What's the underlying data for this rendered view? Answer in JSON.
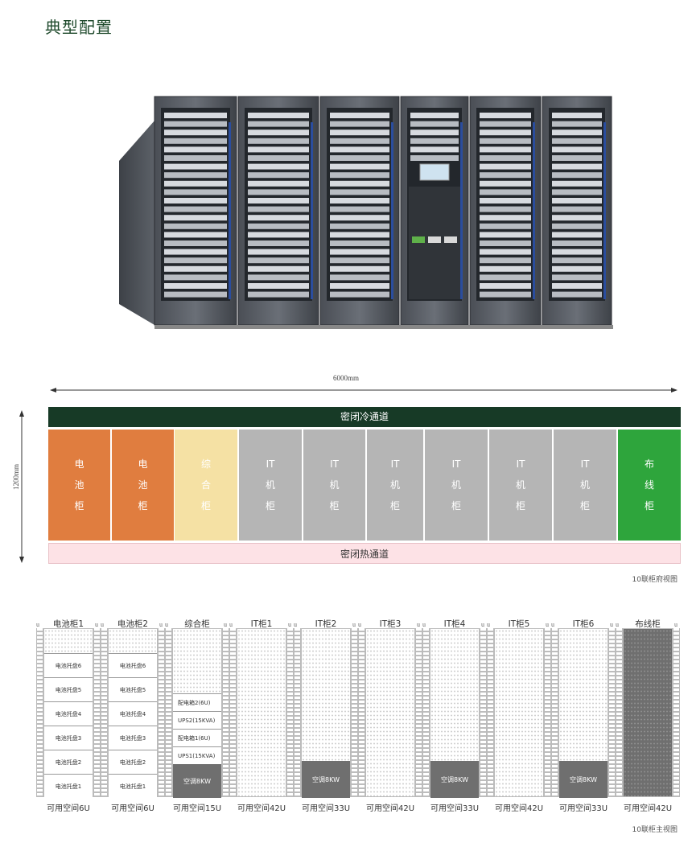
{
  "title": "典型配置",
  "colors": {
    "battery": "#e07d3f",
    "integrated": "#f5e1a4",
    "it": "#b5b5b5",
    "wiring": "#2ea53c",
    "cold": "#173a26",
    "hot": "#fde2e6"
  },
  "topview": {
    "width_label": "6000mm",
    "depth_label": "1200mm",
    "cold_aisle": "密闭冷通道",
    "hot_aisle": "密闭热通道",
    "caption": "10联柜府视图",
    "cabinets": [
      {
        "l1": "电",
        "l2": "池",
        "l3": "柜",
        "type": "battery"
      },
      {
        "l1": "电",
        "l2": "池",
        "l3": "柜",
        "type": "battery"
      },
      {
        "l1": "综",
        "l2": "合",
        "l3": "柜",
        "type": "integrated"
      },
      {
        "l1": "IT",
        "l2": "机",
        "l3": "柜",
        "type": "it"
      },
      {
        "l1": "IT",
        "l2": "机",
        "l3": "柜",
        "type": "it"
      },
      {
        "l1": "IT",
        "l2": "机",
        "l3": "柜",
        "type": "it"
      },
      {
        "l1": "IT",
        "l2": "机",
        "l3": "柜",
        "type": "it"
      },
      {
        "l1": "IT",
        "l2": "机",
        "l3": "柜",
        "type": "it"
      },
      {
        "l1": "IT",
        "l2": "机",
        "l3": "柜",
        "type": "it"
      },
      {
        "l1": "布",
        "l2": "线",
        "l3": "柜",
        "type": "wiring"
      }
    ]
  },
  "frontview": {
    "caption": "10联柜主视图",
    "u_label": "u",
    "cabinets": [
      {
        "name": "电池柜1",
        "available": "可用空间6U"
      },
      {
        "name": "电池柜2",
        "available": "可用空间6U"
      },
      {
        "name": "综合柜",
        "available": "可用空间15U"
      },
      {
        "name": "IT柜1",
        "available": "可用空间42U"
      },
      {
        "name": "IT柜2",
        "available": "可用空间33U"
      },
      {
        "name": "IT柜3",
        "available": "可用空间42U"
      },
      {
        "name": "IT柜4",
        "available": "可用空间33U"
      },
      {
        "name": "IT柜5",
        "available": "可用空间42U"
      },
      {
        "name": "IT柜6",
        "available": "可用空间33U"
      },
      {
        "name": "布线柜",
        "available": "可用空间42U"
      }
    ],
    "battery_trays": [
      "电池托盘6",
      "电池托盘5",
      "电池托盘4",
      "电池托盘3",
      "电池托盘2",
      "电池托盘1"
    ],
    "integrated_items": [
      "配电箱2(6U)",
      "UPS2(15KVA)",
      "配电箱1(6U)",
      "UPS1(15KVA)"
    ],
    "ac_label": "空调8KW"
  }
}
